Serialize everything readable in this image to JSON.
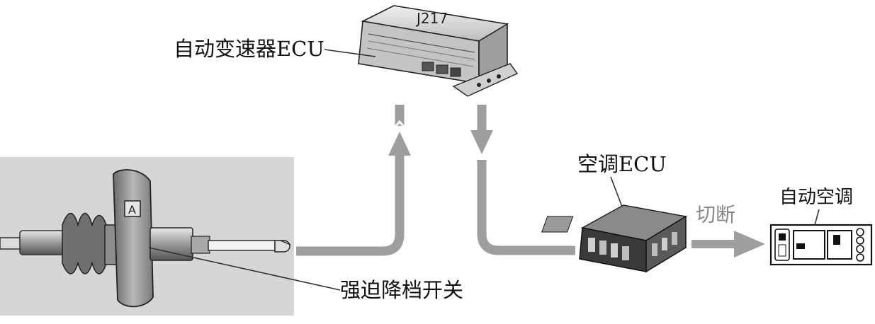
{
  "labels": {
    "tcu": "自动变速器ECU",
    "tcu_code": "J217",
    "ac_ecu": "空调ECU",
    "cut_off": "切断",
    "auto_ac": "自动空调",
    "kickdown_switch": "强迫降档开关"
  },
  "colors": {
    "arrow": "#9e9e9e",
    "photo_bg": "#d6d6d6",
    "leader": "#333333",
    "text": "#111111"
  },
  "icons": [
    "transmission-ecu-icon",
    "kickdown-switch-icon",
    "ac-ecu-icon",
    "ac-control-panel-icon"
  ]
}
